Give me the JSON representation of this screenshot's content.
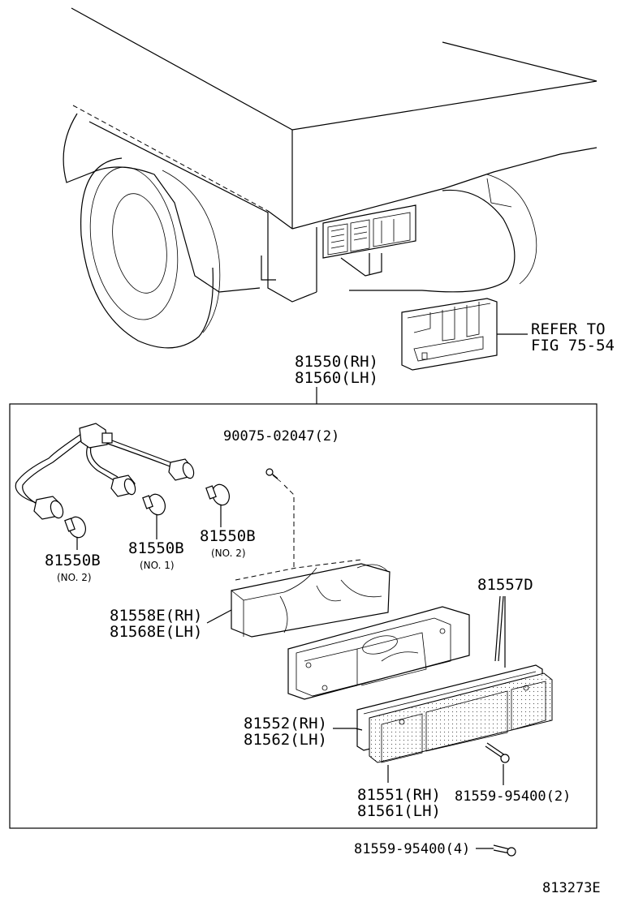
{
  "labels": {
    "refer_line1": "REFER TO",
    "refer_line2": "FIG 75-54",
    "assembly_rh": "81550(RH)",
    "assembly_lh": "81560(LH)",
    "screw_top": "90075-02047(2)",
    "bulb_left": "81550B",
    "bulb_left_note": "(NO. 2)",
    "bulb_mid": "81550B",
    "bulb_mid_note": "(NO. 1)",
    "bulb_right": "81550B",
    "bulb_right_note": "(NO. 2)",
    "gasket": "81557D",
    "housing_rh": "81558E(RH)",
    "housing_lh": "81568E(LH)",
    "lens_inner_rh": "81552(RH)",
    "lens_inner_lh": "81562(LH)",
    "lens_rh": "81551(RH)",
    "lens_lh": "81561(LH)",
    "screw_lens": "81559-95400(2)",
    "screw_bottom": "81559-95400(4)",
    "figure_code": "813273E"
  }
}
